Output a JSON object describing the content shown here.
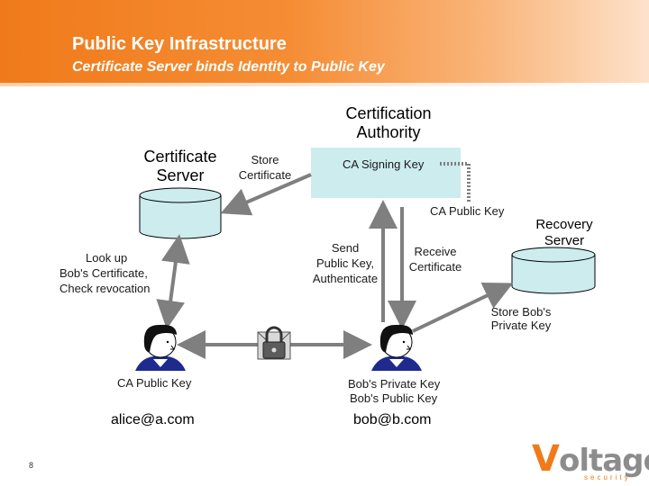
{
  "header": {
    "title": "Public Key Infrastructure",
    "subtitle": "Certificate Server binds Identity to Public Key"
  },
  "nodes": {
    "certification_authority": [
      "Certification",
      "Authority"
    ],
    "ca_signing_key": "CA Signing Key",
    "ca_public_key_top": "CA Public Key",
    "certificate_server": [
      "Certificate",
      "Server"
    ],
    "recovery_server": [
      "Recovery",
      "Server"
    ]
  },
  "edges": {
    "store_certificate": [
      "Store",
      "Certificate"
    ],
    "look_up": [
      "Look up",
      "Bob's Certificate,",
      "Check revocation"
    ],
    "send_public_key": [
      "Send",
      "Public Key,",
      "Authenticate"
    ],
    "receive_certificate": [
      "Receive",
      "Certificate"
    ],
    "store_private_key": [
      "Store Bob's",
      "Private Key"
    ]
  },
  "alice": {
    "key_label": "CA Public Key",
    "email": "alice@a.com"
  },
  "bob": {
    "private_key": "Bob's Private Key",
    "public_key": "Bob's Public Key",
    "email": "bob@b.com"
  },
  "logo": {
    "main_first": "V",
    "main_rest": "oltage",
    "sub": "security"
  },
  "page_number": "8",
  "colors": {
    "header": "#f07a1a",
    "ca_box": "#ccecee",
    "cylinder": "#ccecee",
    "arrow": "#7f7f7f",
    "link_text": "#1a1a8c"
  }
}
